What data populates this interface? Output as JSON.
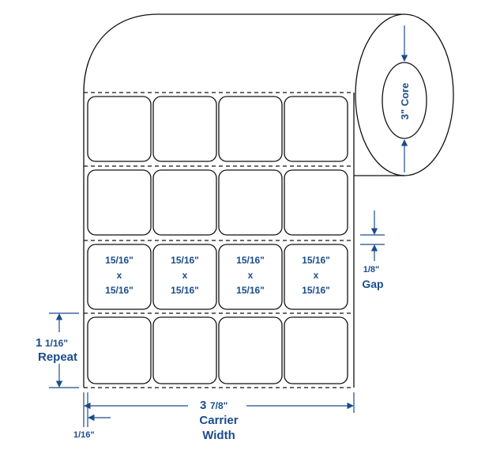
{
  "core": {
    "label": "3\" Core"
  },
  "label_size": {
    "line1": "15/16\"",
    "x": "x",
    "line2": "15/16\""
  },
  "gap": {
    "value": "1/8\"",
    "label": "Gap"
  },
  "repeat": {
    "value_whole": "1",
    "value_frac": "1/16\"",
    "label": "Repeat"
  },
  "carrier_width": {
    "value_whole": "3",
    "value_frac": "7/8\"",
    "label1": "Carrier",
    "label2": "Width"
  },
  "side_margin": {
    "value": "1/16\""
  },
  "colors": {
    "dimension": "#1a4c8c",
    "outline": "#111111"
  }
}
